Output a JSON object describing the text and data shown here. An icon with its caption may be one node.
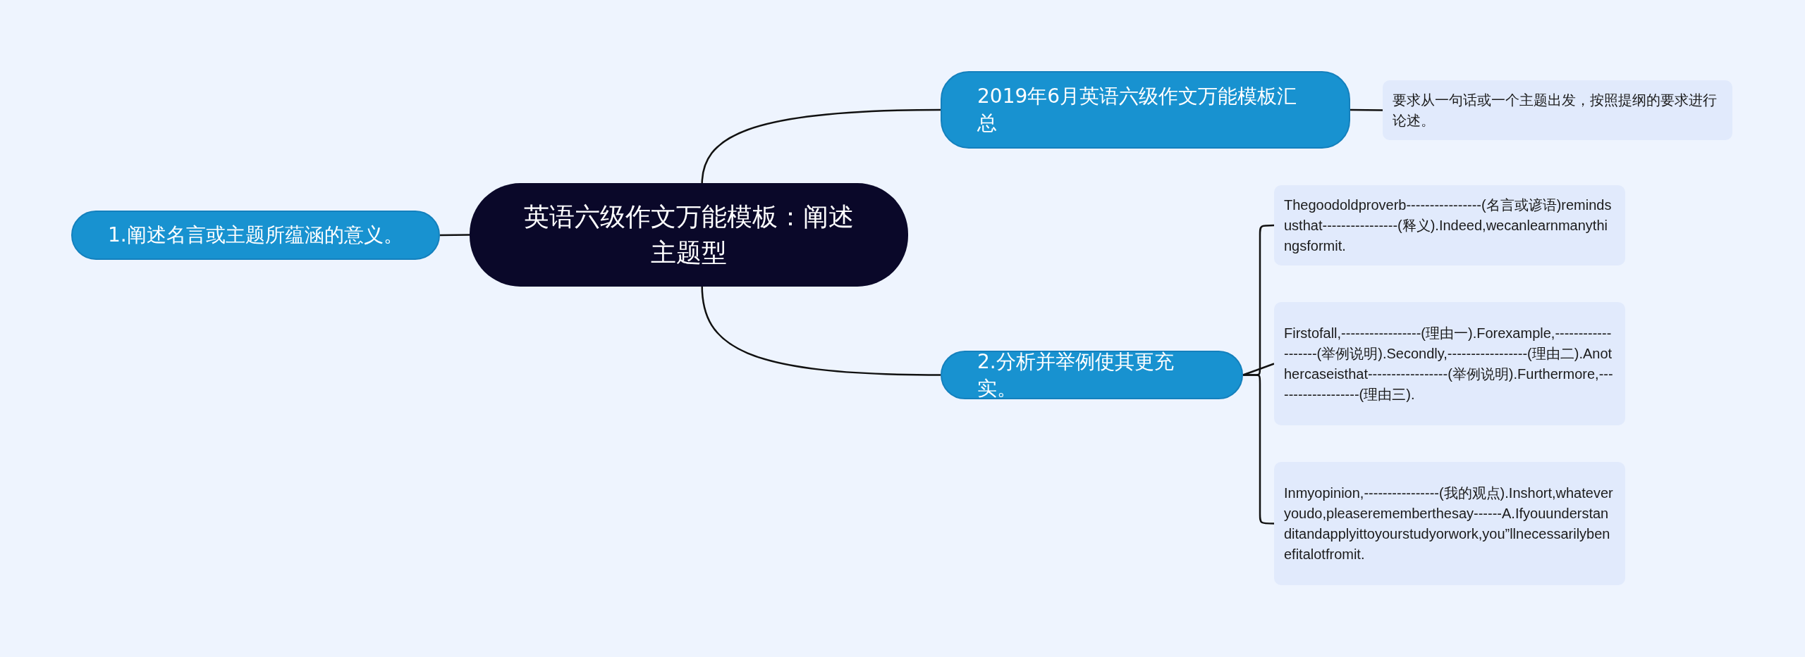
{
  "diagram": {
    "nodes": [
      {
        "text": [
          "英语六级作文万能模板：阐述主题型"
        ]
      },
      {
        "text": [
          "1.阐述名言或主题所蕴涵的意义。"
        ]
      },
      {
        "text": [
          "2019年6月英语六级作文万能模板汇总"
        ]
      },
      {
        "text": [
          "要求从一句话或一个主题出发，按照提纲的要求进行论述。"
        ]
      },
      {
        "text": [
          "2.分析并举例使其更充实。"
        ]
      },
      {
        "text": [
          "Thegoodoldproverb----------------(名言或谚语)remindsusthat----------------(释义).Indeed,wecanlearnmanythingsformit."
        ]
      },
      {
        "text": [
          "Firstofall,-----------------(理由一).Forexample,-------------------(举例说明).Secondly,-----------------(理由二).Anothercaseisthat-----------------(举例说明).Furthermore,-------------------(理由三)."
        ]
      },
      {
        "text": [
          "Inmyopinion,----------------(我的观点).Inshort,whateveryoudo,pleaserememberthesay------A.Ifyouunderstanditandapplyittoyourstudyorwork,you”llnecessarilybenefitalotfromit."
        ]
      }
    ],
    "edges": [
      {
        "from": 0,
        "to": 1,
        "arrow": "none"
      },
      {
        "from": 0,
        "to": 2,
        "arrow": "none"
      },
      {
        "from": 2,
        "to": 3,
        "arrow": "none"
      },
      {
        "from": 0,
        "to": 4,
        "arrow": "none"
      },
      {
        "from": 4,
        "to": 5,
        "arrow": "none"
      },
      {
        "from": 4,
        "to": 6,
        "arrow": "none"
      },
      {
        "from": 4,
        "to": 7,
        "arrow": "none"
      }
    ]
  }
}
